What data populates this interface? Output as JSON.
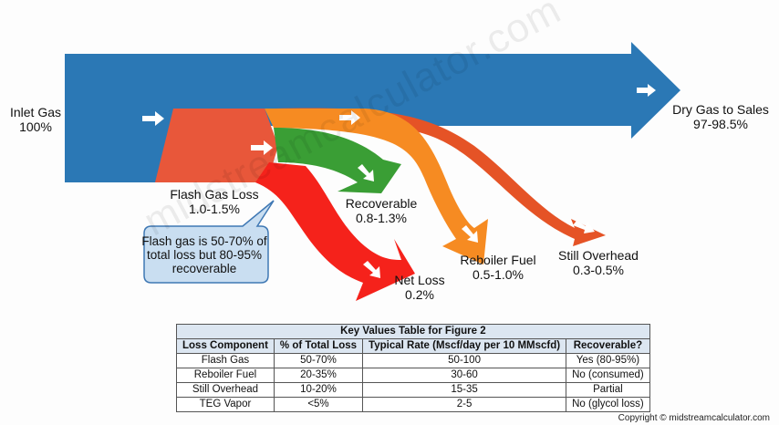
{
  "labels": {
    "inlet": {
      "name": "Inlet Gas",
      "value": "100%"
    },
    "dry_gas": {
      "name": "Dry Gas to Sales",
      "value": "97-98.5%"
    },
    "flash_gas_loss": {
      "name": "Flash Gas Loss",
      "value": "1.0-1.5%"
    },
    "recoverable": {
      "name": "Recoverable",
      "value": "0.8-1.3%"
    },
    "net_loss": {
      "name": "Net Loss",
      "value": "0.2%"
    },
    "reboiler_fuel": {
      "name": "Reboiler Fuel",
      "value": "0.5-1.0%"
    },
    "still_overhead": {
      "name": "Still Overhead",
      "value": "0.3-0.5%"
    }
  },
  "callout": {
    "text": "Flash gas is 50-70% of total loss but 80-95% recoverable"
  },
  "colors": {
    "inlet_blue": "#2b78b5",
    "flash_orange": "#e8573a",
    "recoverable_green": "#3a9e35",
    "net_loss_red": "#f5221b",
    "reboiler_orange": "#f68b22",
    "still_overhead": "#e55326",
    "callout_fill": "#c9def1",
    "callout_border": "#3f78b4"
  },
  "watermark": "midstreamcalculator.com",
  "table": {
    "title": "Key Values Table for Figure 2",
    "headers": [
      "Loss Component",
      "% of Total Loss",
      "Typical Rate (Mscf/day per 10 MMscfd)",
      "Recoverable?"
    ],
    "rows": [
      [
        "Flash Gas",
        "50-70%",
        "50-100",
        "Yes (80-95%)"
      ],
      [
        "Reboiler Fuel",
        "20-35%",
        "30-60",
        "No (consumed)"
      ],
      [
        "Still Overhead",
        "10-20%",
        "15-35",
        "Partial"
      ],
      [
        "TEG Vapor",
        "<5%",
        "2-5",
        "No (glycol loss)"
      ]
    ]
  },
  "copyright": "Copyright © midstreamcalculator.com",
  "chart_data": {
    "type": "sankey",
    "title": "",
    "nodes": [
      "Inlet Gas",
      "Dry Gas to Sales",
      "Flash Gas Loss",
      "Recoverable",
      "Net Loss",
      "Reboiler Fuel",
      "Still Overhead"
    ],
    "links": [
      {
        "source": "Inlet Gas",
        "target": "Dry Gas to Sales",
        "value": "97-98.5%"
      },
      {
        "source": "Inlet Gas",
        "target": "Flash Gas Loss",
        "value": "1.0-1.5%"
      },
      {
        "source": "Flash Gas Loss",
        "target": "Recoverable",
        "value": "0.8-1.3%"
      },
      {
        "source": "Flash Gas Loss",
        "target": "Net Loss",
        "value": "0.2%"
      },
      {
        "source": "Inlet Gas",
        "target": "Reboiler Fuel",
        "value": "0.5-1.0%"
      },
      {
        "source": "Inlet Gas",
        "target": "Still Overhead",
        "value": "0.3-0.5%"
      }
    ]
  }
}
